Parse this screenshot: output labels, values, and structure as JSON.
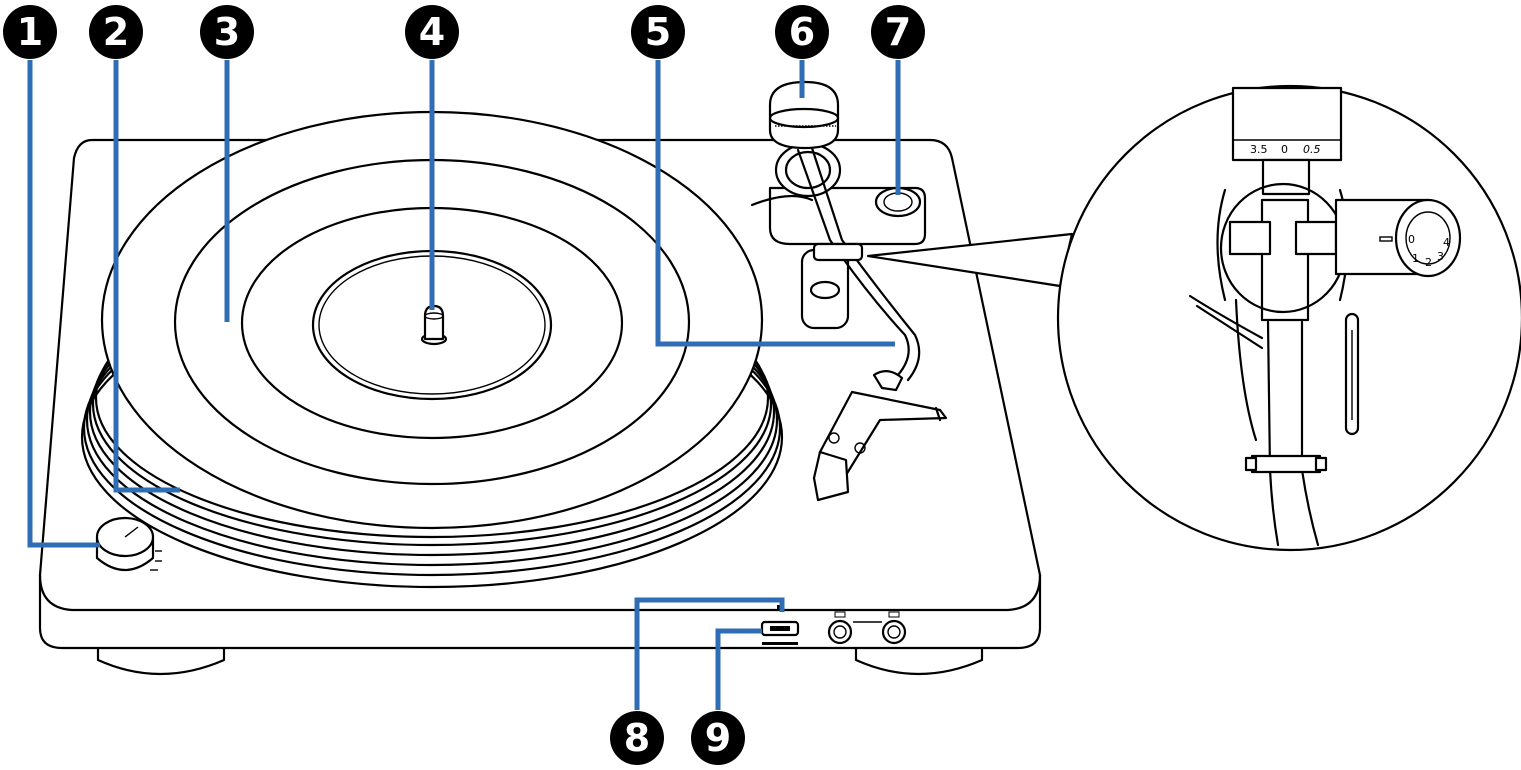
{
  "colors": {
    "leader": "#2f6db5",
    "marker_fill": "#000000",
    "marker_text": "#ffffff",
    "line": "#000000"
  },
  "callouts": [
    {
      "id": "callout-1",
      "number": "1"
    },
    {
      "id": "callout-2",
      "number": "2"
    },
    {
      "id": "callout-3",
      "number": "3"
    },
    {
      "id": "callout-4",
      "number": "4"
    },
    {
      "id": "callout-5",
      "number": "5"
    },
    {
      "id": "callout-6",
      "number": "6"
    },
    {
      "id": "callout-7",
      "number": "7"
    },
    {
      "id": "callout-8",
      "number": "8"
    },
    {
      "id": "callout-9",
      "number": "9"
    }
  ],
  "detail_scale": {
    "counterweight_marks": [
      "3.5",
      "0",
      "0.5"
    ],
    "antiskate_marks": [
      "0",
      "1",
      "2",
      "3",
      "4"
    ]
  }
}
